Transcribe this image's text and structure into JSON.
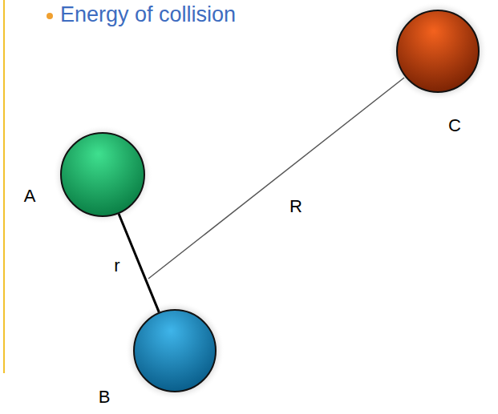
{
  "diagram": {
    "title": "Energy of collision",
    "nodes": [
      {
        "text": [
          "A"
        ]
      },
      {
        "text": [
          "B"
        ]
      },
      {
        "text": [
          "C"
        ]
      }
    ],
    "edges": [
      {
        "from": 0,
        "to": 1,
        "arrow": "none",
        "label": "r"
      }
    ],
    "labels": [
      "R"
    ]
  }
}
